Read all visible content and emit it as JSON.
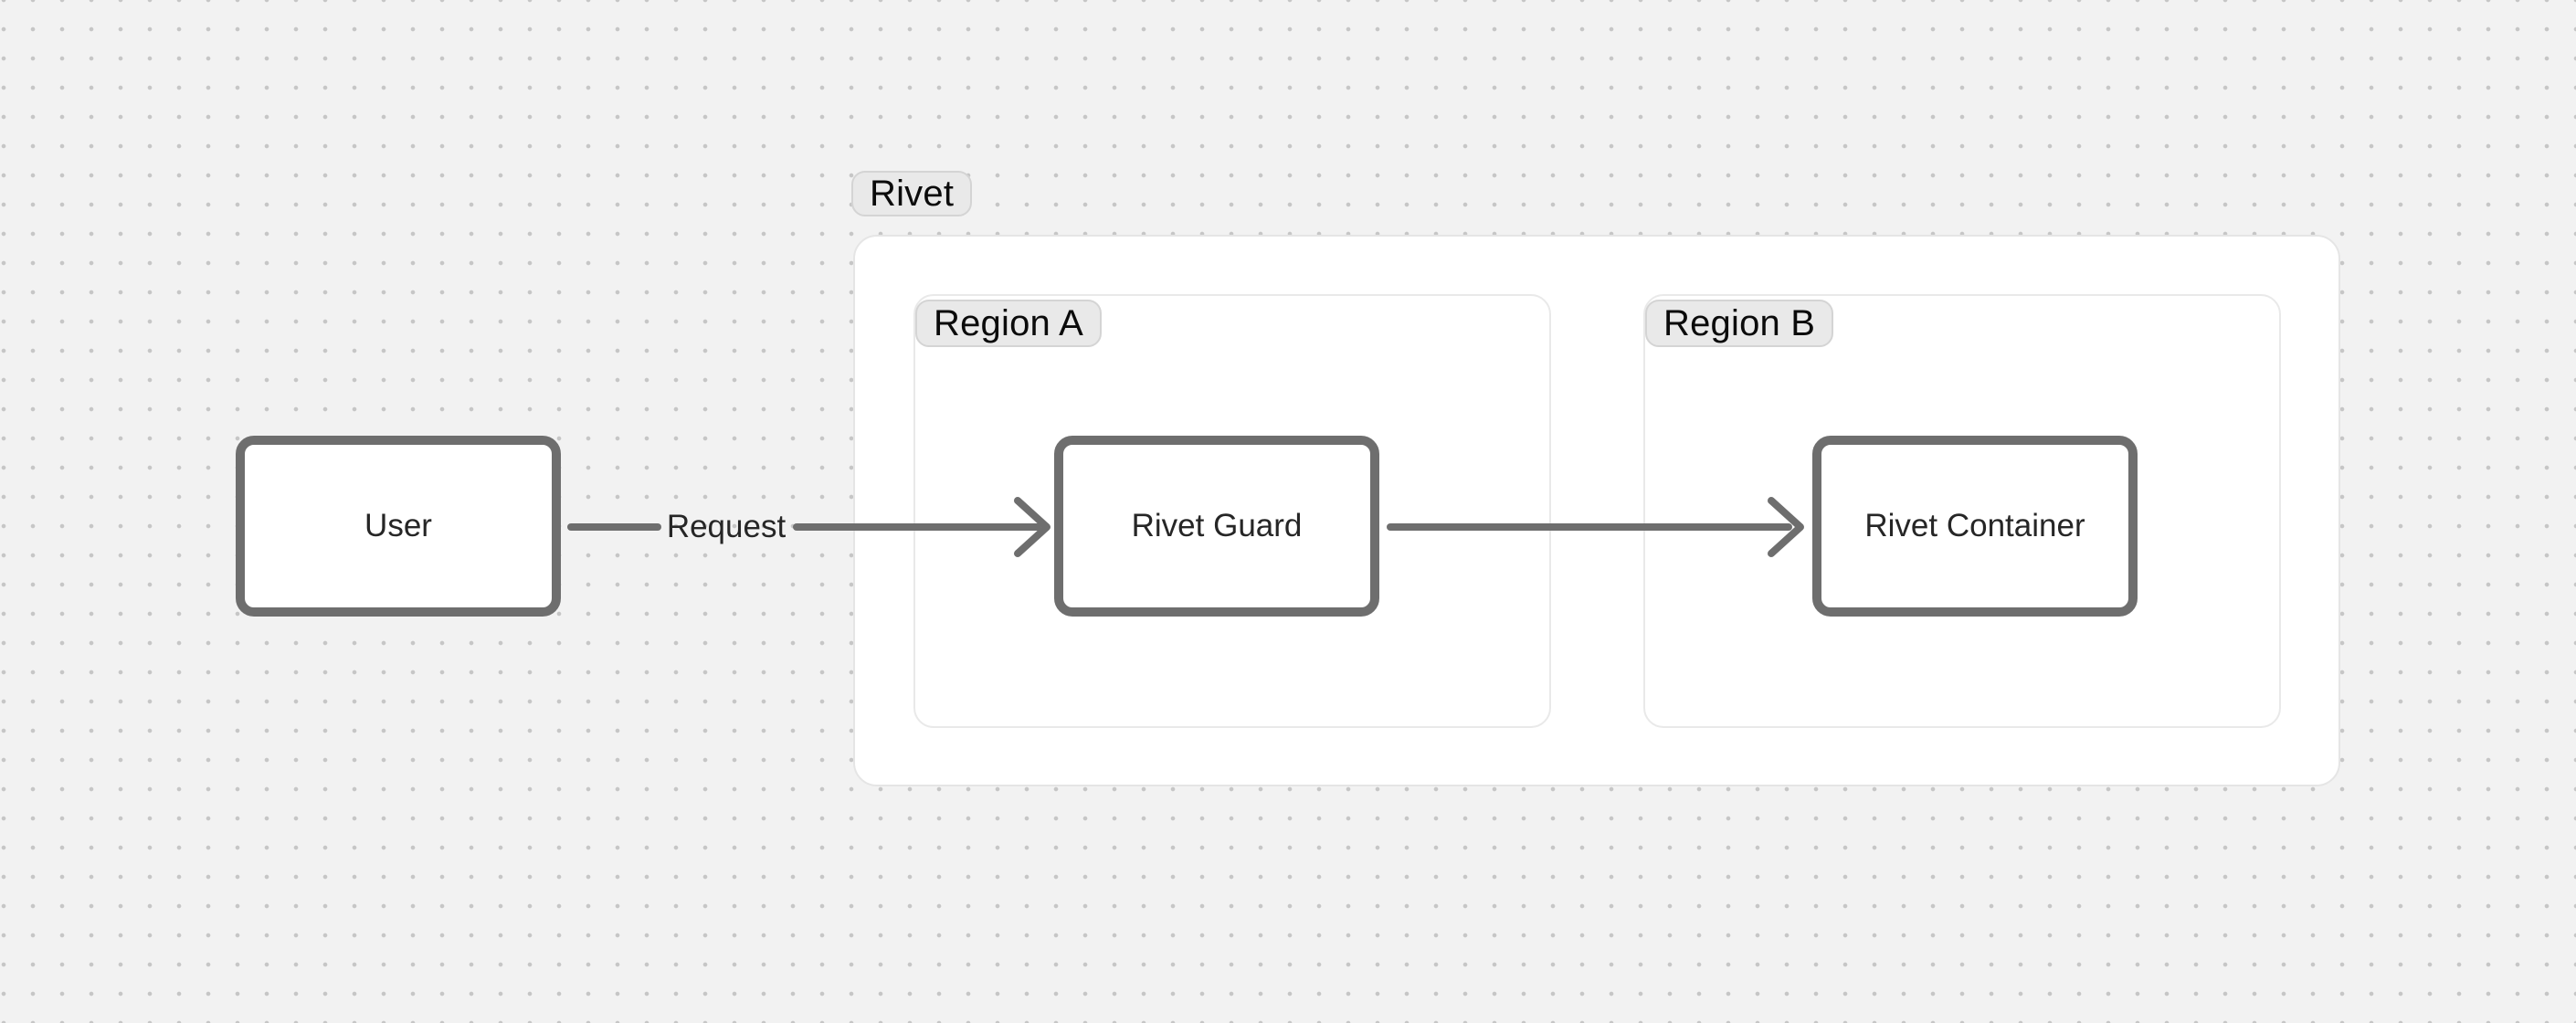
{
  "colors": {
    "canvas-bg": "#f2f2f2",
    "dot": "#c6c6c6",
    "surface": "#ffffff",
    "container-border": "#e5e5e5",
    "region-border": "#e9e9e9",
    "pill-bg": "#e9e9e9",
    "pill-border": "#d4d4d4",
    "pill-text": "#0b0b0b",
    "node-border": "#6e6e6e",
    "node-text": "#262626",
    "edge-stroke": "#6e6e6e",
    "edge-label-text": "#262626"
  },
  "group": {
    "label": "Rivet"
  },
  "regions": [
    {
      "id": "region-a",
      "label": "Region A"
    },
    {
      "id": "region-b",
      "label": "Region B"
    }
  ],
  "nodes": [
    {
      "id": "user",
      "label": "User"
    },
    {
      "id": "rivet-guard",
      "label": "Rivet Guard"
    },
    {
      "id": "rivet-container",
      "label": "Rivet Container"
    }
  ],
  "edges": [
    {
      "from": "user",
      "to": "rivet-guard",
      "label": "Request"
    },
    {
      "from": "rivet-guard",
      "to": "rivet-container",
      "label": ""
    }
  ]
}
